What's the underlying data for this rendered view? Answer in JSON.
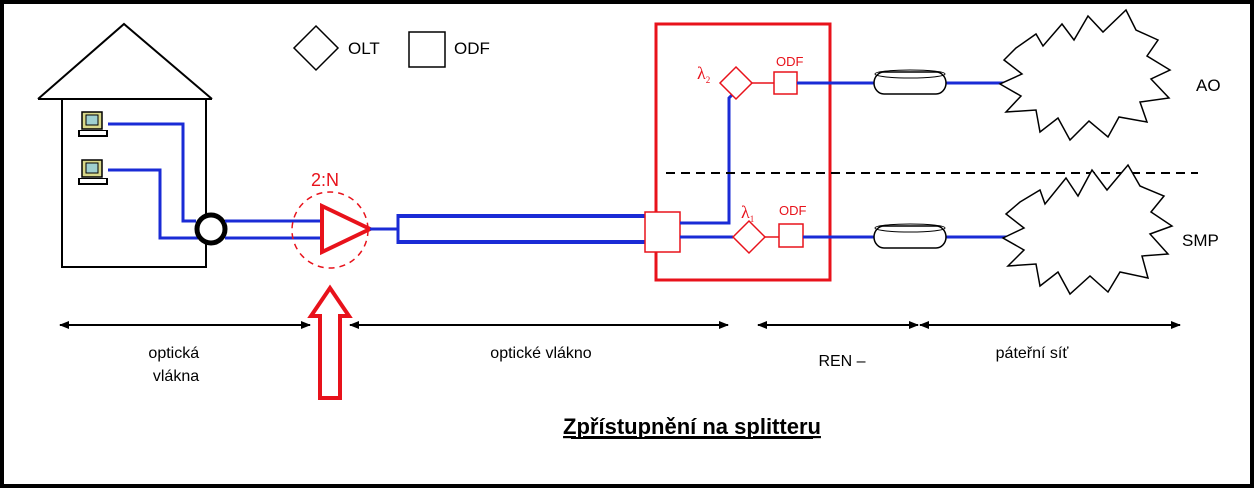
{
  "legend": {
    "olt": "OLT",
    "odf": "ODF"
  },
  "labels": {
    "splitter_ratio": "2:N",
    "lambda_top": "λ",
    "lambda_top_sub": "2",
    "lambda_bottom": "λ",
    "lambda_bottom_sub": "1",
    "odf_top": "ODF",
    "odf_bottom": "ODF",
    "ao": "AO",
    "smp": "SMP"
  },
  "segments": {
    "fibers_line1": "optická",
    "fibers_line2": "vlákna",
    "fiber": "optické vlákno",
    "ren": "REN –",
    "backbone": "páteřní síť"
  },
  "title": "Zpřístupnění na splitteru",
  "colors": {
    "frame": "#000000",
    "fiber": "#1a2bd6",
    "highlight": "#e8121b",
    "black": "#000000"
  }
}
